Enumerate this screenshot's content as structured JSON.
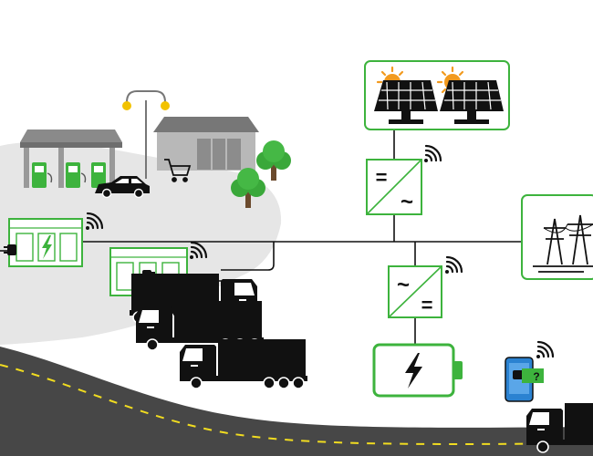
{
  "diagram": {
    "nodes": [
      {
        "id": "solar-array",
        "icon": "solar-panel-icon",
        "count": 2
      },
      {
        "id": "dc-ac-converter",
        "symbols": [
          "=",
          "~"
        ]
      },
      {
        "id": "power-grid",
        "icon": "transmission-tower-icon"
      },
      {
        "id": "ac-dc-converter",
        "symbols": [
          "~",
          "="
        ]
      },
      {
        "id": "battery-storage",
        "icon": "lightning-bolt-icon"
      },
      {
        "id": "charger-cabinet-main",
        "icon": "ev-charger-icon"
      },
      {
        "id": "charger-cabinet-secondary",
        "icon": "ev-charger-icon"
      },
      {
        "id": "mobile-app",
        "icon": "smartphone-icon"
      }
    ],
    "scene": [
      "gas-station",
      "shop-building",
      "street-lamp",
      "trees",
      "car",
      "trucks",
      "road"
    ],
    "converter_symbols": {
      "dc": "=",
      "ac": "~"
    },
    "app_badge_symbol": "?",
    "colors": {
      "green": "#3db33d",
      "black": "#111111",
      "road": "#474747",
      "road_stripe": "#f1dc20",
      "ground": "#e6e6e6",
      "tree": "#3aa83a",
      "sun": "#f29a1e",
      "phone": "#2b82d1"
    }
  }
}
